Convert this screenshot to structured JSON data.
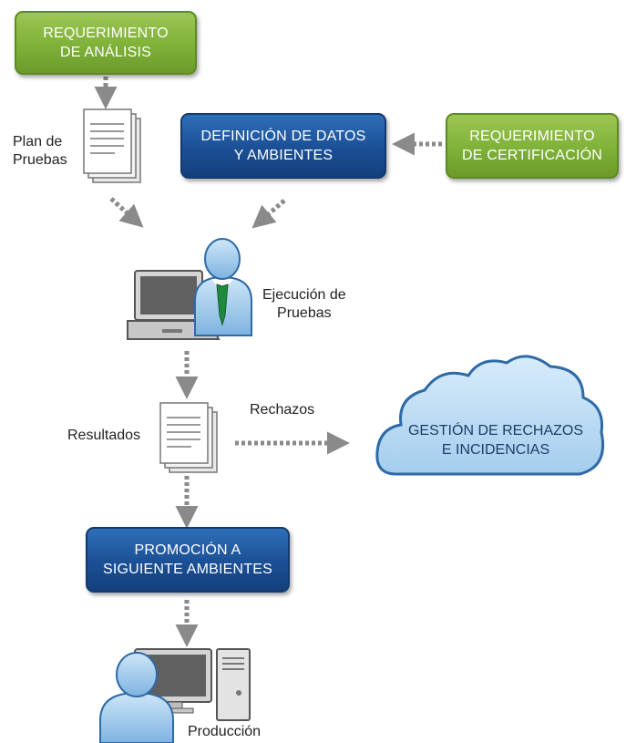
{
  "boxes": {
    "req_analisis": [
      "REQUERIMIENTO",
      "DE ANÁLISIS"
    ],
    "definicion_datos": [
      "DEFINICIÓN DE DATOS",
      "Y AMBIENTES"
    ],
    "req_certificacion": [
      "REQUERIMIENTO",
      "DE CERTIFICACIÓN"
    ],
    "promocion": [
      "PROMOCIÓN A",
      "SIGUIENTE AMBIENTES"
    ]
  },
  "labels": {
    "plan_pruebas": [
      "Plan de",
      "Pruebas"
    ],
    "ejecucion": [
      "Ejecución de",
      "Pruebas"
    ],
    "resultados": "Resultados",
    "rechazos": "Rechazos",
    "produccion": "Producción"
  },
  "cloud": [
    "GESTIÓN DE RECHAZOS",
    "E INCIDENCIAS"
  ],
  "colors": {
    "green": "#7fb138",
    "blue": "#1b4f95",
    "arrow": "#8a8a8a",
    "cloud": "#b9dbf3"
  }
}
